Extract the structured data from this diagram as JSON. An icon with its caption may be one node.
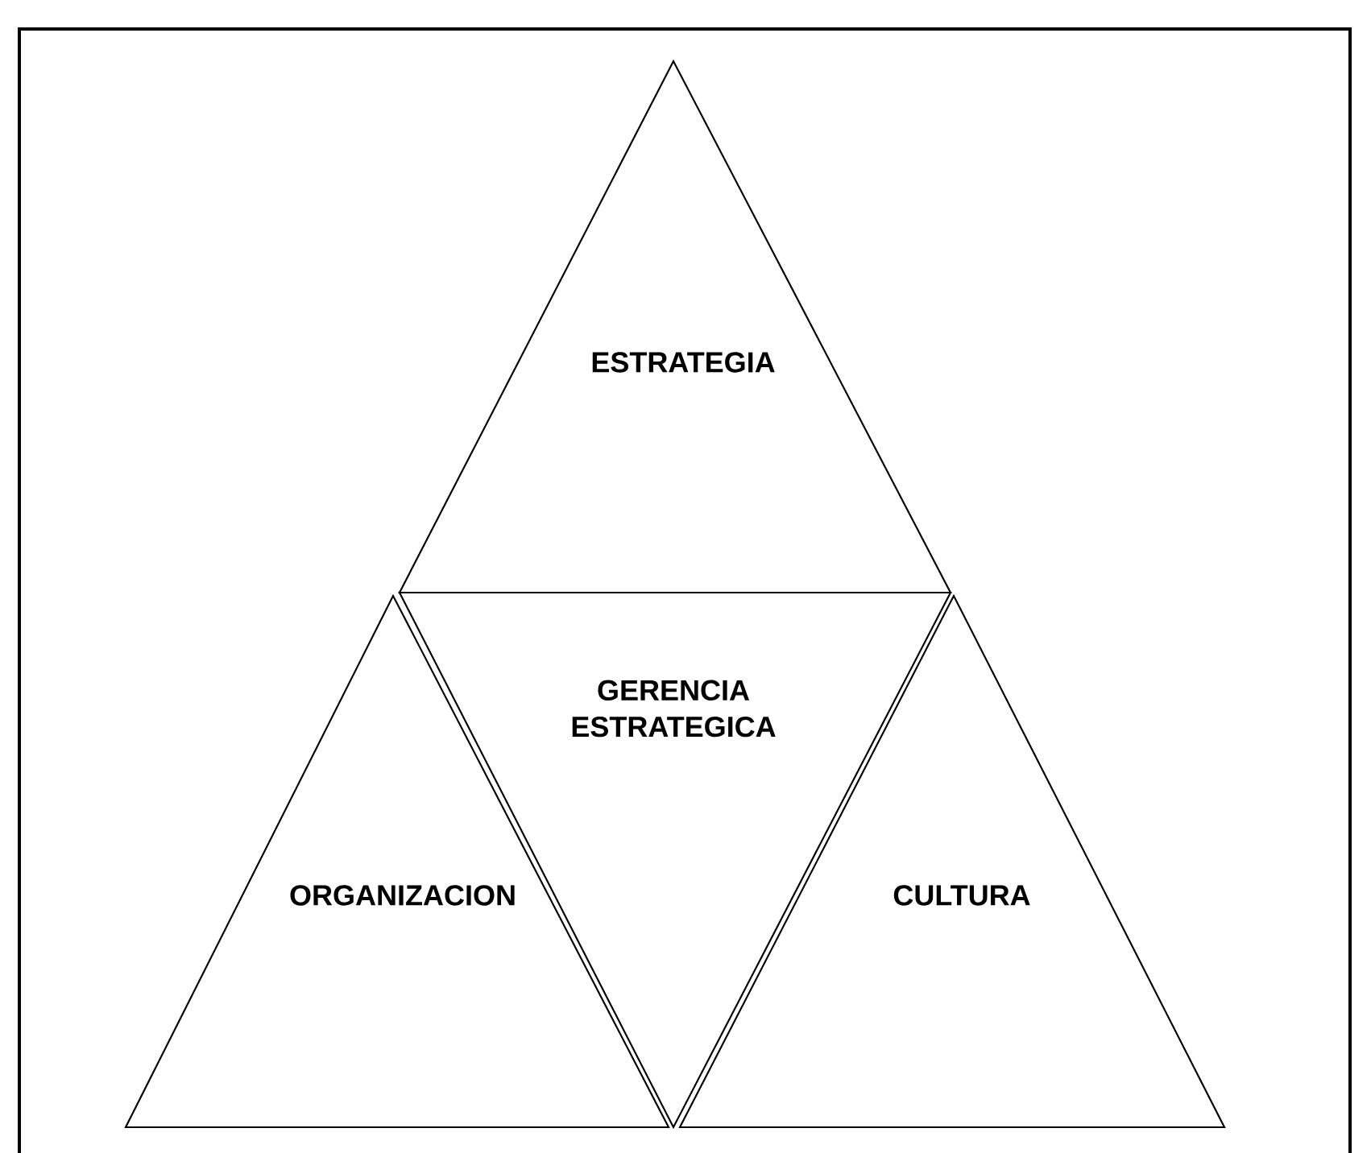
{
  "diagram": {
    "nodes": [
      {
        "text": [
          "ESTRATEGIA"
        ]
      },
      {
        "text": [
          "GERENCIA ESTRATEGICA"
        ]
      },
      {
        "text": [
          "ORGANIZACION"
        ]
      },
      {
        "text": [
          "CULTURA"
        ]
      }
    ]
  }
}
